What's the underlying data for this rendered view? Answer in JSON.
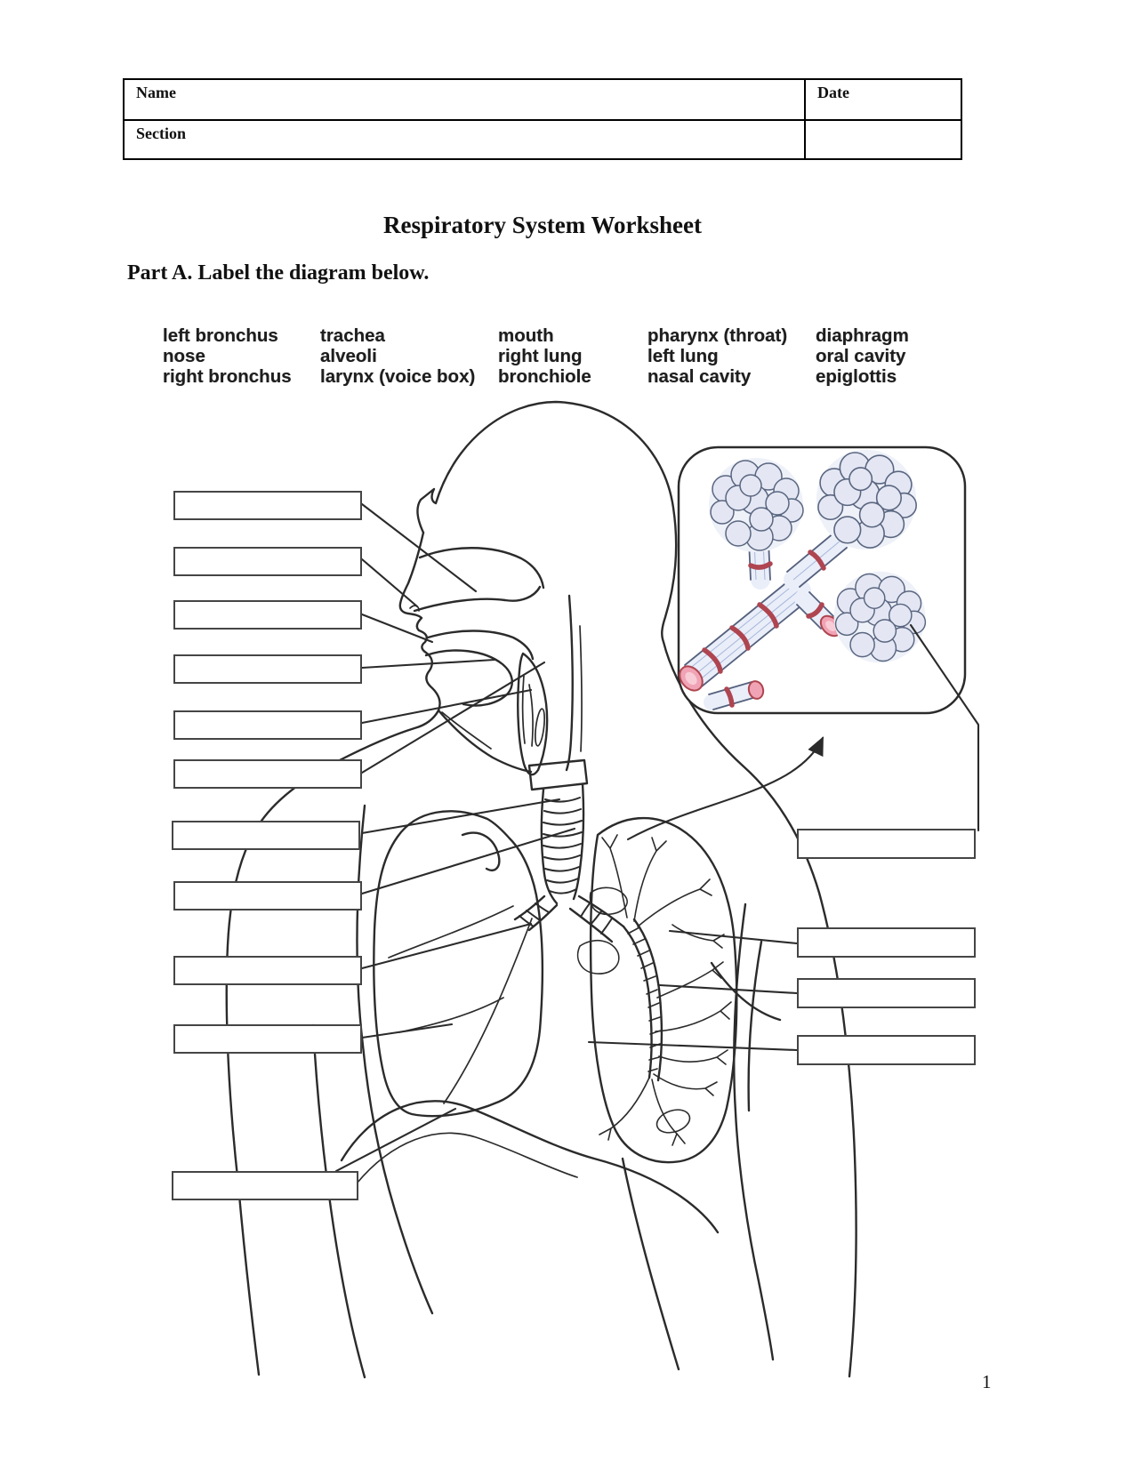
{
  "page": {
    "title": "Respiratory System Worksheet",
    "part_a_heading": "Part A. Label the diagram below.",
    "page_number": "1"
  },
  "header_table": {
    "name_label": "Name",
    "date_label": "Date",
    "section_label": "Section",
    "name_value": "",
    "date_value": "",
    "section_value": ""
  },
  "word_bank": {
    "columns": [
      {
        "items": [
          "left bronchus",
          "nose",
          "right bronchus"
        ]
      },
      {
        "items": [
          "trachea",
          "alveoli",
          "larynx (voice box)"
        ]
      },
      {
        "items": [
          "mouth",
          "right lung",
          "bronchiole"
        ]
      },
      {
        "items": [
          "pharynx (throat)",
          "left lung",
          "nasal cavity"
        ]
      },
      {
        "items": [
          "diaphragm",
          "oral cavity",
          "epiglottis"
        ]
      }
    ]
  },
  "diagram": {
    "answer_boxes_left": [
      "",
      "",
      "",
      "",
      "",
      "",
      "",
      "",
      "",
      "",
      ""
    ],
    "answer_boxes_right": [
      "",
      "",
      "",
      ""
    ]
  },
  "colors": {
    "ink": "#2b2b2b",
    "box-border": "#454545",
    "alveoli-fill": "#e4e7f3",
    "alveoli-bg": "#eef1f8",
    "alveoli-stroke": "#5a6680",
    "muscle-red": "#ae4550",
    "pink": "#f0a3b4",
    "pink-light": "#f8ccd6",
    "tube-fill": "#e9eef9",
    "tube-edge": "#55617d",
    "tube-texture": "#a7b6d9"
  }
}
